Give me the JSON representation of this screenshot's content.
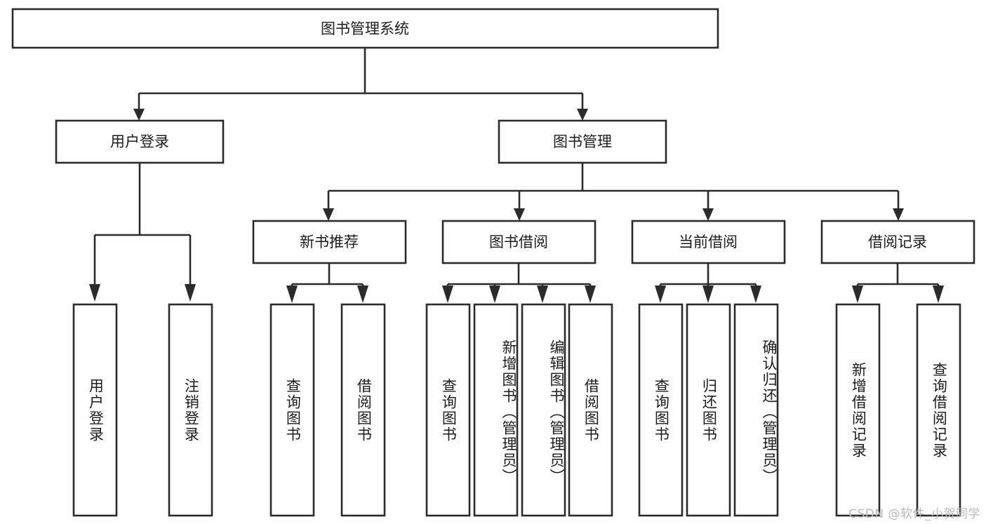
{
  "diagram": {
    "title": "图书管理系统",
    "type": "tree-hierarchy-diagram",
    "watermark": "CSDN @软件_小贺同学",
    "colors": {
      "box_stroke": "#2b2b2b",
      "box_fill": "#ffffff",
      "text": "#1c1c1c",
      "background": "#ffffff",
      "watermark": "#b9b9b9"
    },
    "root": {
      "label": "图书管理系统"
    },
    "level2": [
      {
        "label": "用户登录"
      },
      {
        "label": "图书管理"
      }
    ],
    "level3": [
      {
        "label": "新书推荐"
      },
      {
        "label": "图书借阅"
      },
      {
        "label": "当前借阅"
      },
      {
        "label": "借阅记录"
      }
    ],
    "leaves": {
      "user_login": [
        {
          "label": "用户登录"
        },
        {
          "label": "注销登录"
        }
      ],
      "new_book_recommend": [
        {
          "label": "查询图书"
        },
        {
          "label": "借阅图书"
        }
      ],
      "book_borrow": [
        {
          "label": "查询图书"
        },
        {
          "label": "新增图书（管理员）"
        },
        {
          "label": "编辑图书（管理员）"
        },
        {
          "label": "借阅图书"
        }
      ],
      "current_borrow": [
        {
          "label": "查询图书"
        },
        {
          "label": "归还图书"
        },
        {
          "label": "确认归还（管理员）"
        }
      ],
      "borrow_record": [
        {
          "label": "新增借阅记录"
        },
        {
          "label": "查询借阅记录"
        }
      ]
    }
  }
}
